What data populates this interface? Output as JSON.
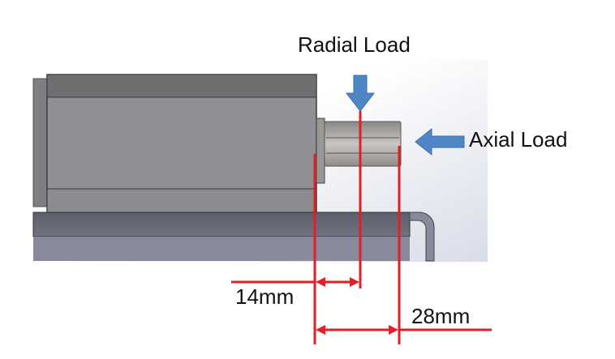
{
  "labels": {
    "radial_load": "Radial Load",
    "axial_load": "Axial Load",
    "dim_14": "14mm",
    "dim_28": "28mm"
  },
  "colors": {
    "dimension_line": "#e41e26",
    "load_arrow": "#4f86c6",
    "motor_body": "#8f9093",
    "rail": "#7d8092"
  }
}
